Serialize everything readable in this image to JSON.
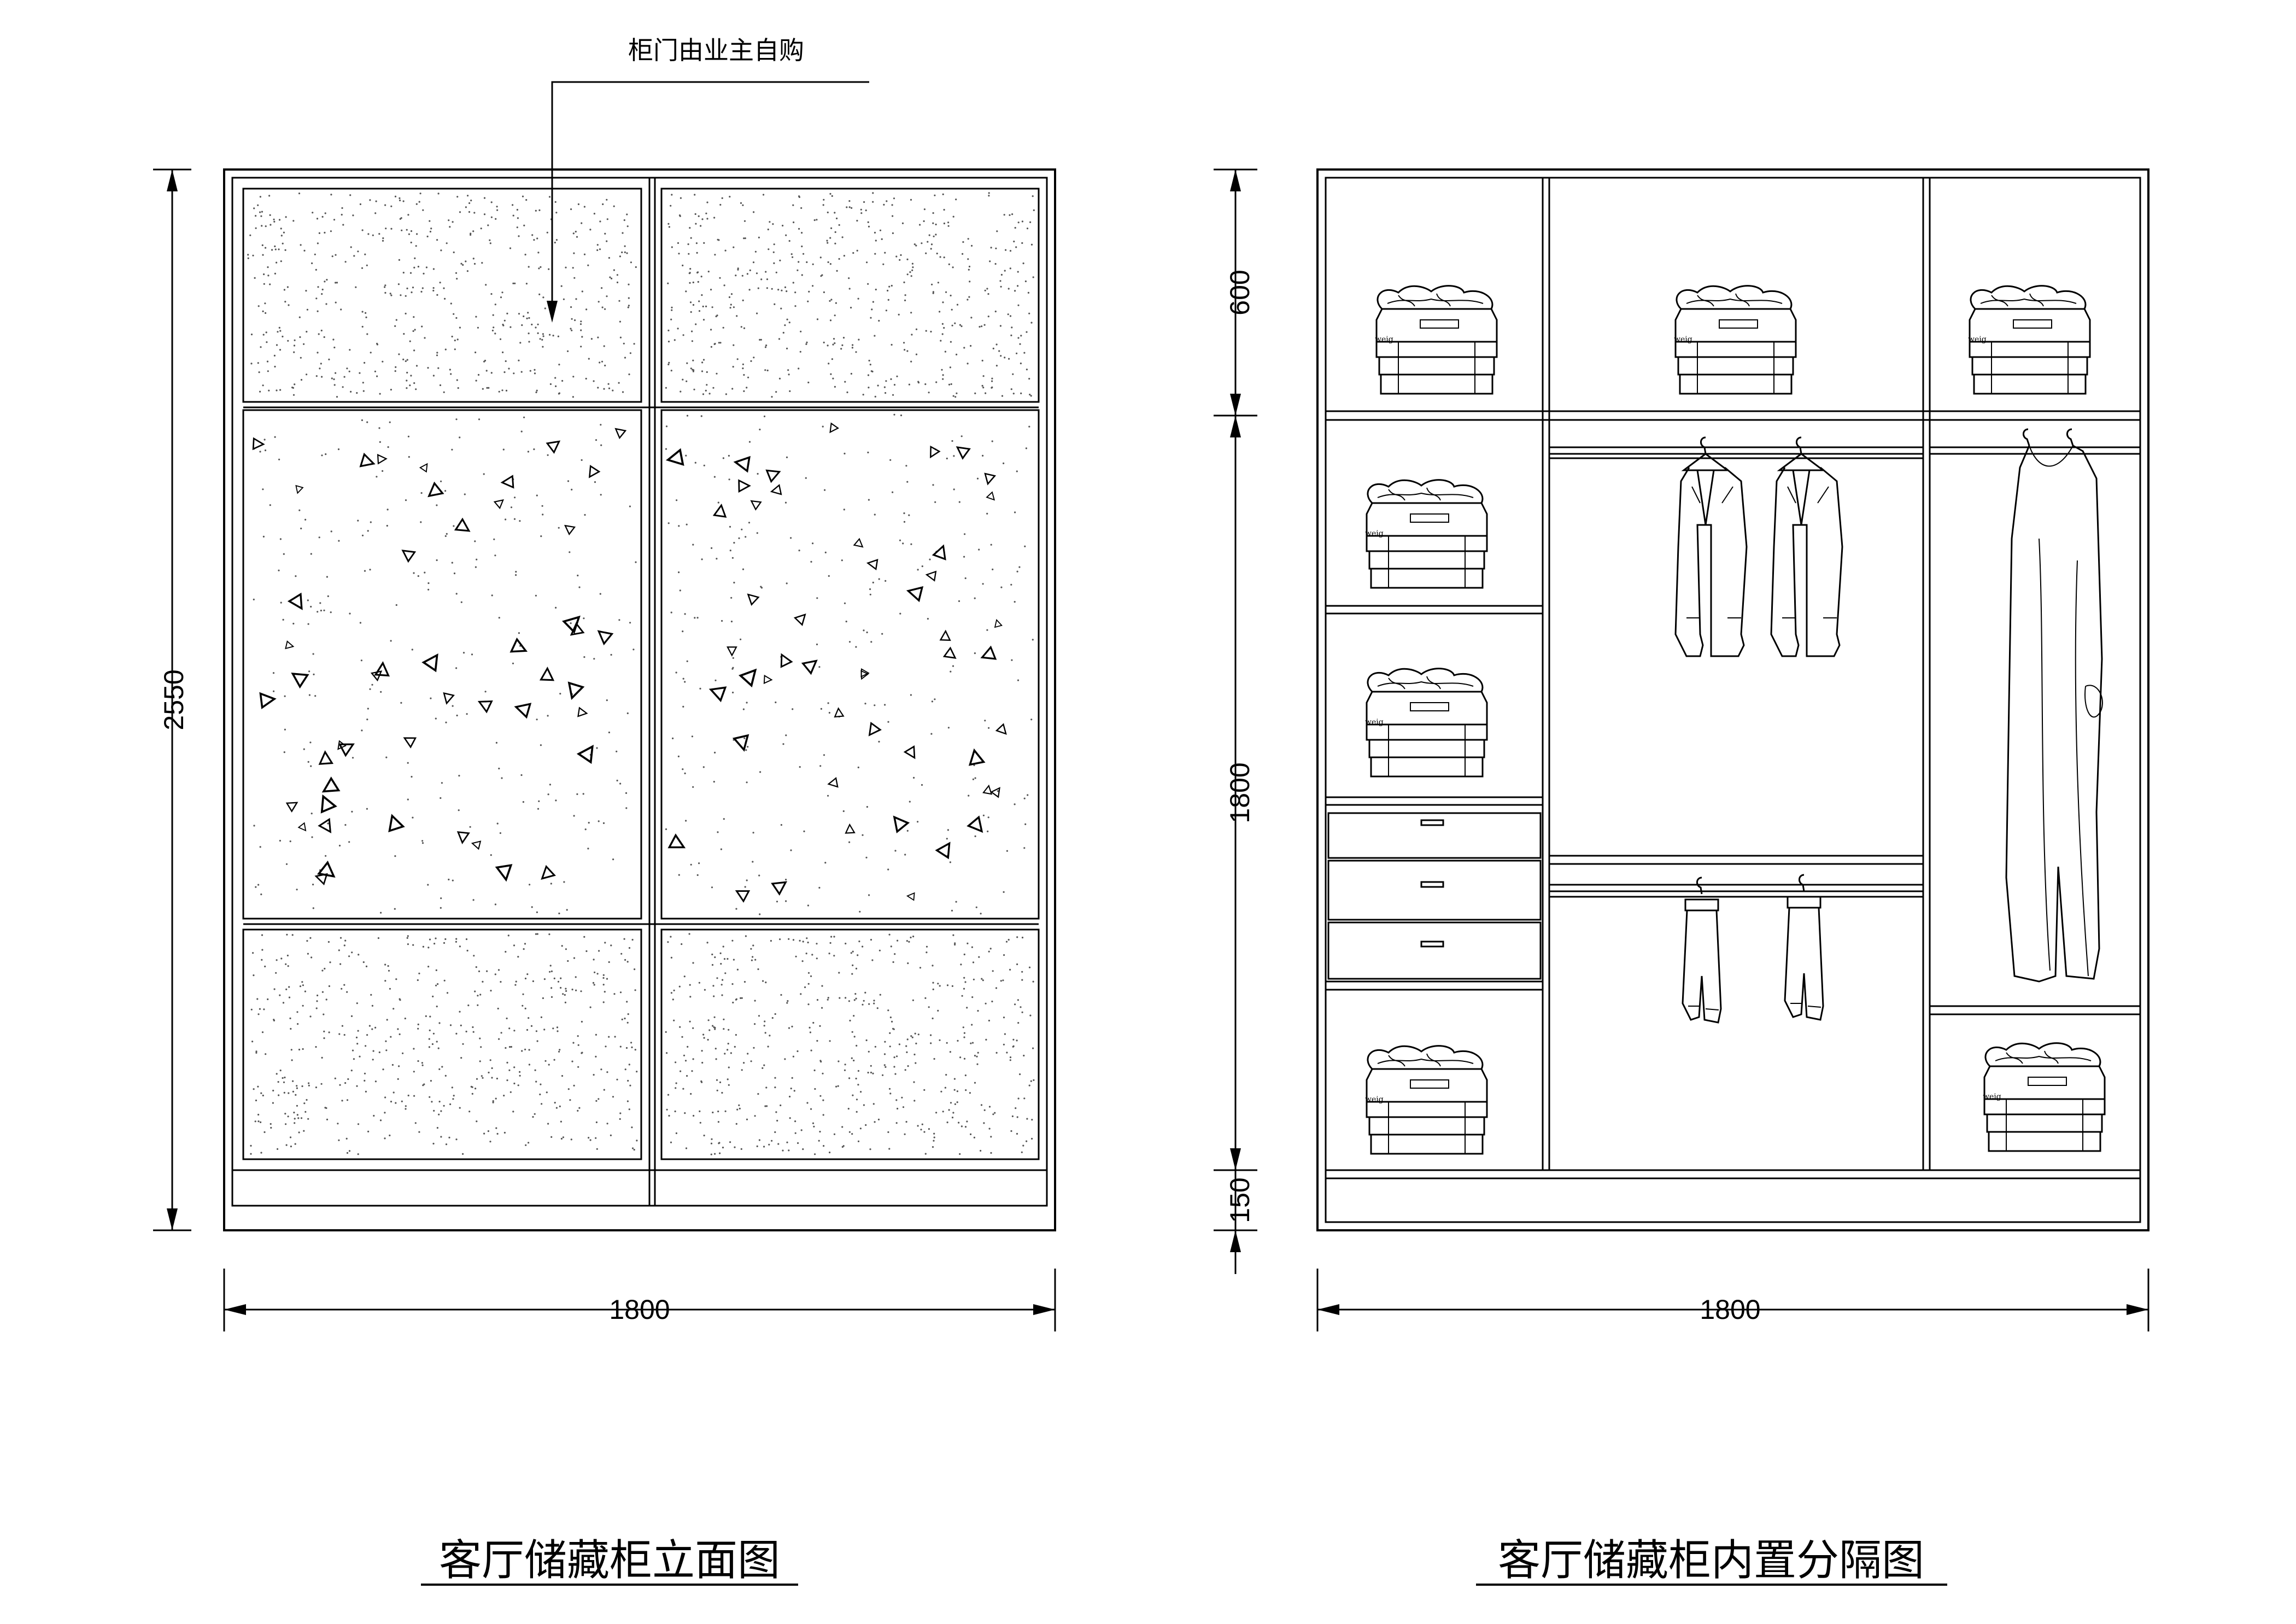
{
  "annotation": {
    "note": "柜门由业主自购"
  },
  "elevation": {
    "title": "客厅储藏柜立面图",
    "dim_height": "2550",
    "dim_width": "1800"
  },
  "interior": {
    "title": "客厅储藏柜内置分隔图",
    "dim_top": "600",
    "dim_middle": "1800",
    "dim_bottom": "150",
    "dim_width": "1800",
    "fold_label": "weig"
  }
}
